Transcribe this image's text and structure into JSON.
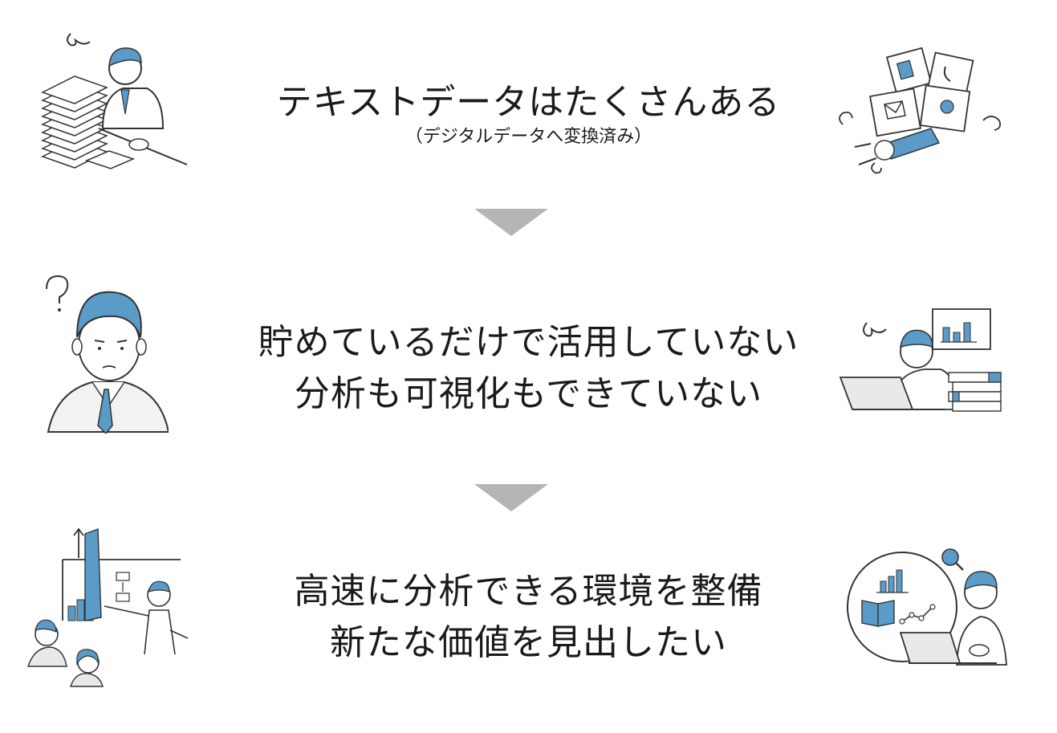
{
  "steps": [
    {
      "title_lines": [
        "テキストデータはたくさんある"
      ],
      "subtitle": "（デジタルデータへ変換済み）",
      "left_icon": "stressed-man-paper-stack-icon",
      "right_icon": "person-crushed-by-data-boxes-icon"
    },
    {
      "title_lines": [
        "貯めているだけで活用していない",
        "分析も可視化もできていない"
      ],
      "left_icon": "confused-businessman-icon",
      "right_icon": "frustrated-worker-laptop-icon"
    },
    {
      "title_lines": [
        "高速に分析できる環境を整備",
        "新たな価値を見出したい"
      ],
      "left_icon": "team-growth-chart-presentation-icon",
      "right_icon": "analyst-dashboard-circle-icon"
    }
  ],
  "colors": {
    "accent": "#5b9bc8",
    "arrow": "#b5b5b5",
    "text": "#1a1a1a",
    "line": "#333333"
  }
}
